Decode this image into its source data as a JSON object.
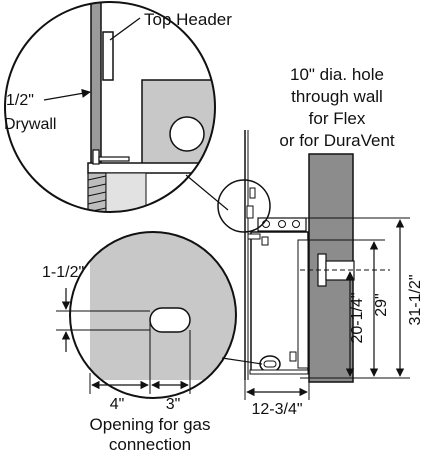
{
  "labels": {
    "top_header": "Top Header",
    "drywall_size": "1/2\"",
    "drywall": "Drywall",
    "hole_line1": "10\" dia. hole",
    "hole_line2": "through wall",
    "hole_line3": "for Flex",
    "hole_line4": "or for DuraVent",
    "dim_1_1_2": "1-1/2\"",
    "dim_4": "4\"",
    "dim_3": "3\"",
    "gas_line1": "Opening for gas",
    "gas_line2": "connection",
    "dim_12_3_4": "12-3/4\"",
    "dim_20_1_4": "20-1/4\"",
    "dim_29": "29\"",
    "dim_31_1_2": "31-1/2\""
  },
  "colors": {
    "ink": "#111111",
    "wall_gray": "#8c8c8c",
    "panel_gray": "#c8c8c8",
    "drywall_gray": "#9a9a9a",
    "background": "#ffffff"
  }
}
